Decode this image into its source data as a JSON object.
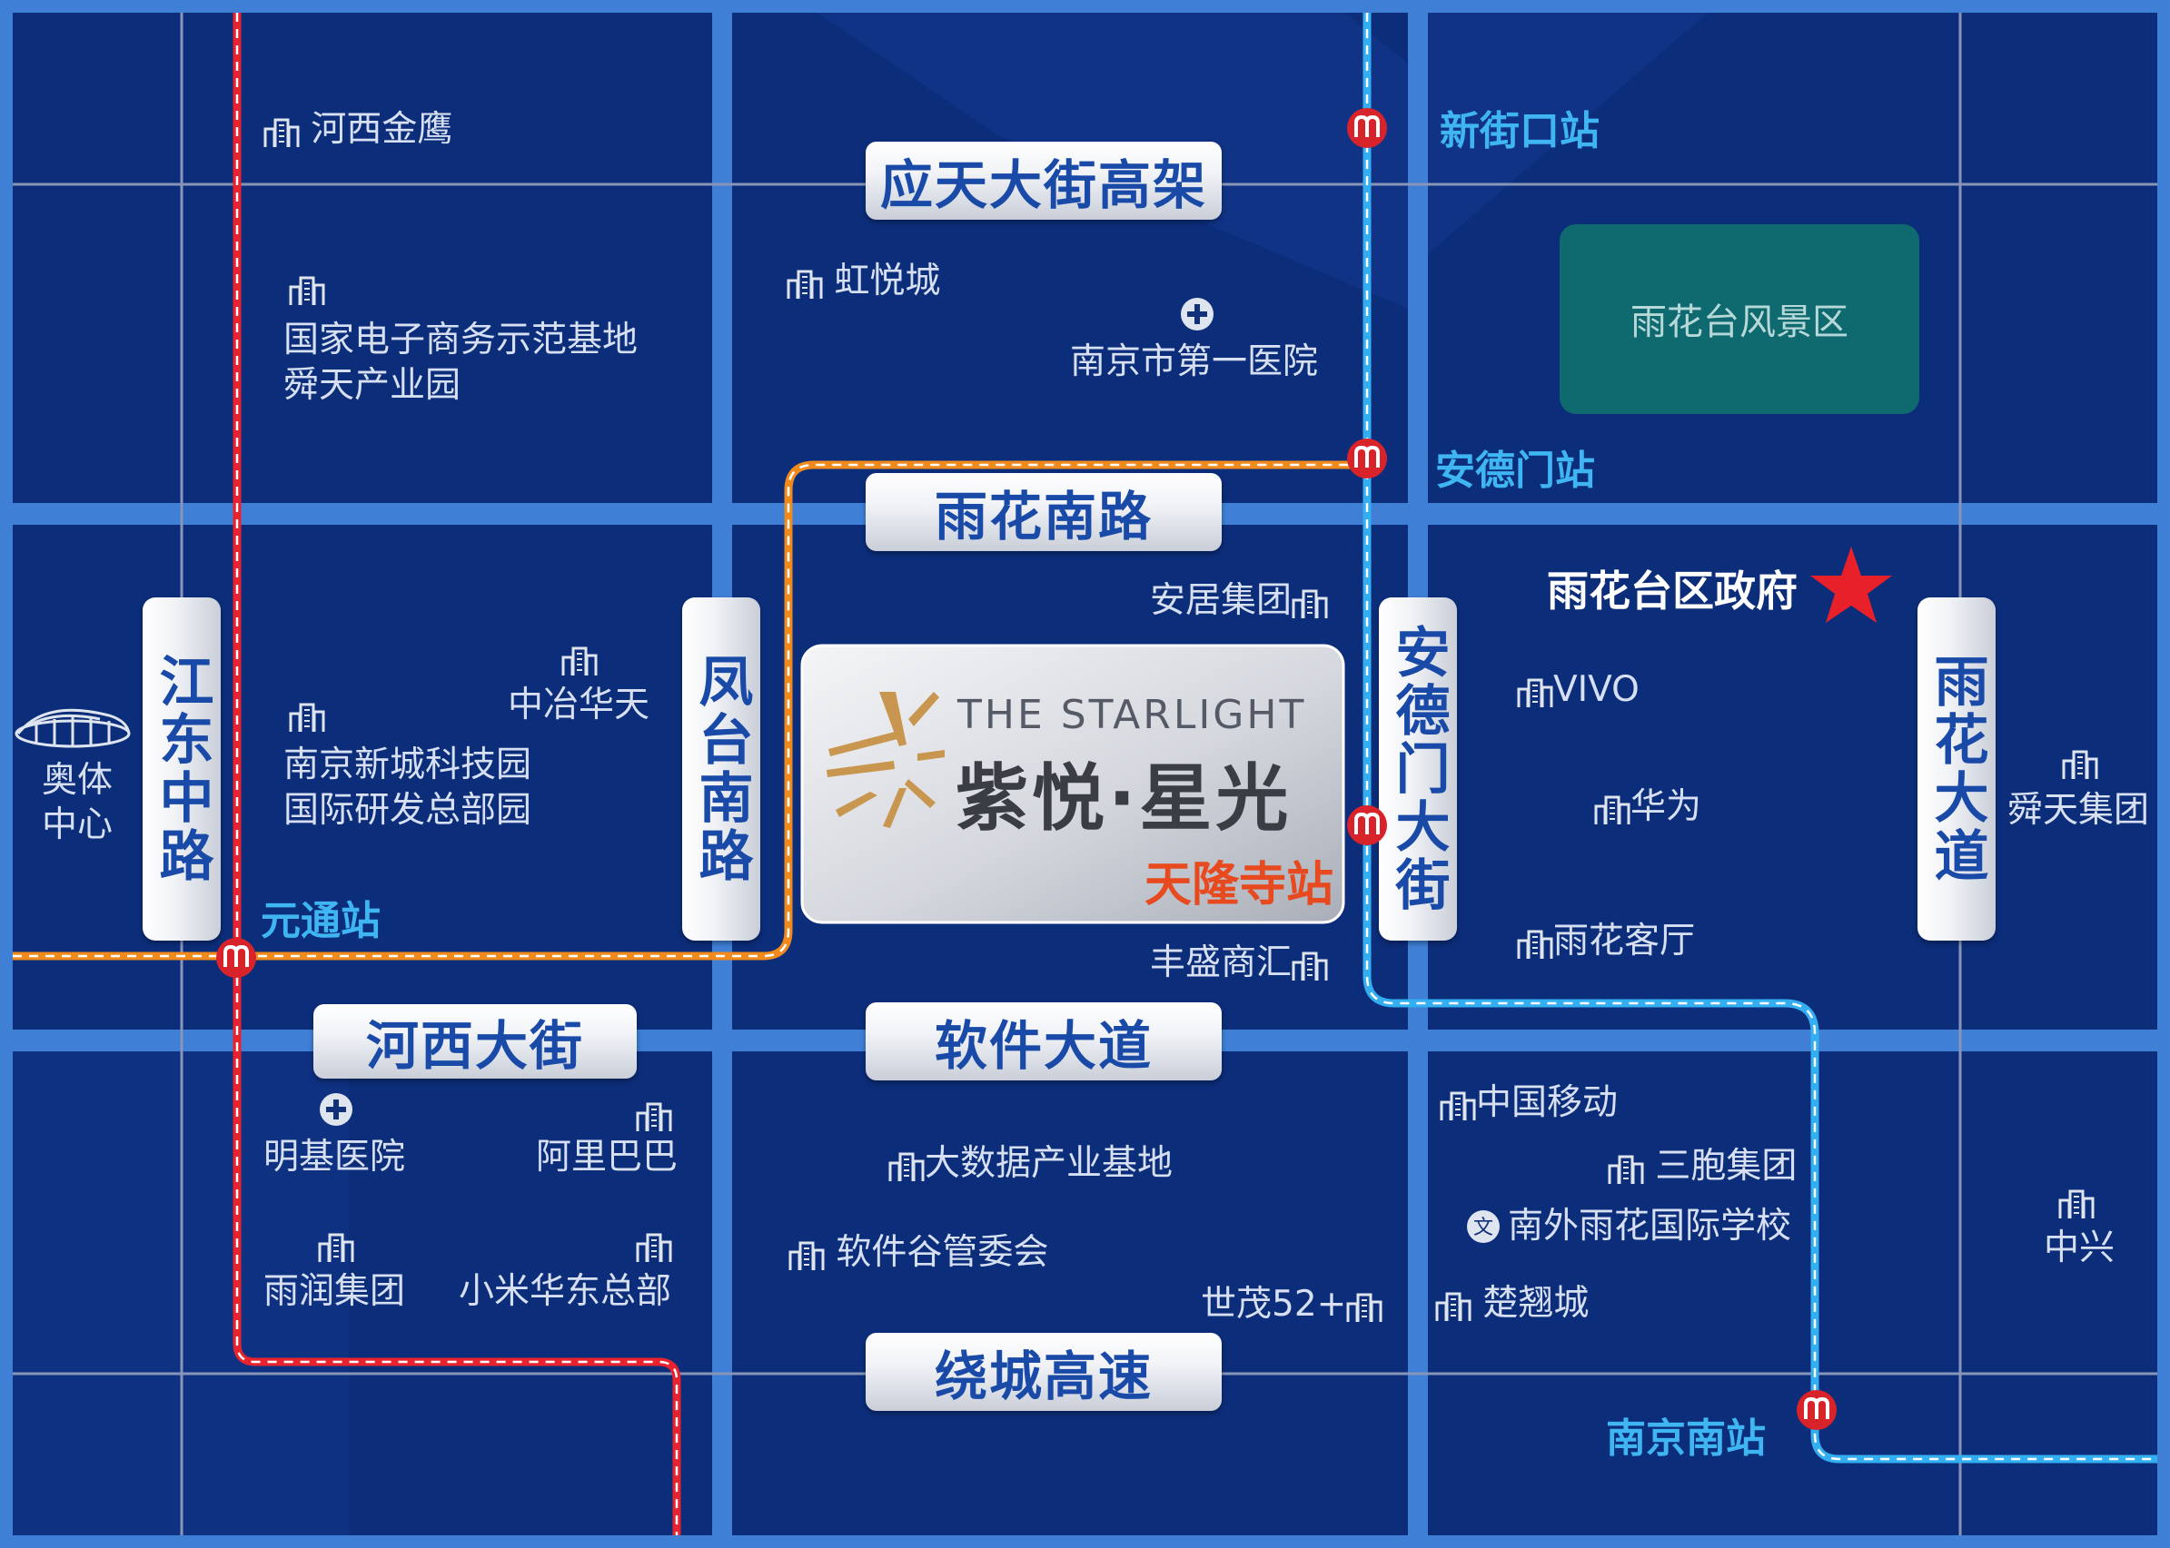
{
  "roads": {
    "yingtian": "应天大街高架",
    "yuhuanan": "雨花南路",
    "ruanjian": "软件大道",
    "raocheng": "绕城高速",
    "hexi": "河西大街",
    "jiangdong": "江东中路",
    "fengtai": "凤台南路",
    "andemen": "安德门大街",
    "yuhuadadao": "雨花大道"
  },
  "stations": {
    "xinjiekou": "新街口站",
    "andemen": "安德门站",
    "yuantong": "元通站",
    "tianlongsi": "天隆寺站",
    "nanjingnan": "南京南站"
  },
  "pois": {
    "hexijinying": "河西金鹰",
    "guojia1": "国家电子商务示范基地",
    "guojia2": "舜天产业园",
    "hongyuecheng": "虹悦城",
    "hospital1": "南京市第一医院",
    "scenic": "雨花台风景区",
    "anju": "安居集团",
    "zhongye": "中冶华天",
    "xincheng1": "南京新城科技园",
    "xincheng2": "国际研发总部园",
    "aoti1": "奥体",
    "aoti2": "中心",
    "gov": "雨花台区政府",
    "vivo": "VIVO",
    "huawei": "华为",
    "yuhuaketing": "雨花客厅",
    "shuntian": "舜天集团",
    "fengsheng": "丰盛商汇",
    "mingji": "明基医院",
    "alibaba": "阿里巴巴",
    "bigdata": "大数据产业基地",
    "ruanjiangu": "软件谷管委会",
    "shimao": "世茂52+",
    "yunrun": "雨润集团",
    "xiaomi": "小米华东总部",
    "cmcc": "中国移动",
    "sanbao": "三胞集团",
    "school": "南外雨花国际学校",
    "chuxiang": "楚翘城",
    "zte": "中兴"
  },
  "project": {
    "en": "THE STARLIGHT",
    "cn": "紫悦·星光"
  },
  "colors": {
    "block": "#0c2d7a",
    "grid": "#3f7fd6",
    "line_red": "#e8232e",
    "line_orange": "#f08a1c",
    "line_blue": "#33aef0",
    "road_text": "#1a4aa8",
    "station_text": "#3fb6f2",
    "tianlongsi_text": "#e84a1f",
    "scenic_fill": "#0f6a70",
    "star": "#e8202a"
  }
}
